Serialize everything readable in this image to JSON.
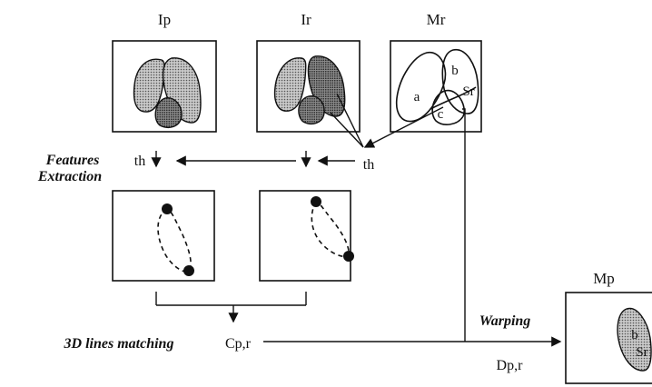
{
  "panels": {
    "ip": "Ip",
    "ir": "Ir",
    "mr": "Mr",
    "mp": "Mp"
  },
  "regions": {
    "a": "a",
    "b": "b",
    "c": "c",
    "sr": "Sr",
    "mp_b": "b",
    "mp_sr": "Sr"
  },
  "symbols": {
    "threshold_left": "th",
    "threshold_right": "th",
    "cpr": "Cp,r",
    "dpr": "Dp,r"
  },
  "steps": {
    "features_line1": "Features",
    "features_line2": "Extraction",
    "matching": "3D lines matching",
    "warping": "Warping"
  },
  "colors": {
    "ink": "#111111",
    "fill_light": "#9a9a9a",
    "fill_dark": "#6e6e6e"
  }
}
